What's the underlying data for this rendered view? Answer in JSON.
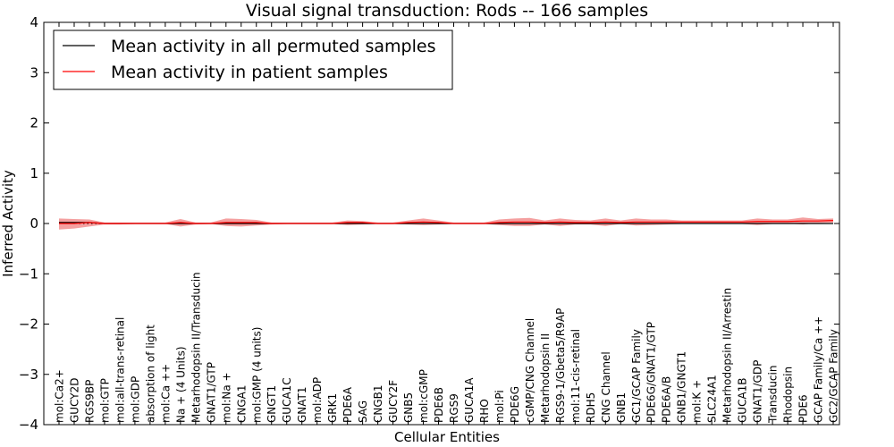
{
  "chart_data": {
    "type": "line",
    "title": "Visual signal transduction: Rods -- 166 samples",
    "xlabel": "Cellular Entities",
    "ylabel": "Inferred Activity",
    "ylim": [
      -4,
      4
    ],
    "yticks": [
      -4,
      -3,
      -2,
      -1,
      0,
      1,
      2,
      3,
      4
    ],
    "ytick_labels": [
      "−4",
      "−3",
      "−2",
      "−1",
      "0",
      "1",
      "2",
      "3",
      "4"
    ],
    "grid": false,
    "legend_position": "top-left",
    "categories": [
      "mol:Ca2+",
      "GUCY2D",
      "RGS9BP",
      "mol:GTP",
      "mol:all-trans-retinal",
      "mol:GDP",
      "absorption of light",
      "mol:Ca ++",
      "Na + (4 Units)",
      "Metarhodopsin II/Transducin",
      "GNAT1/GTP",
      "mol:Na +",
      "CNGA1",
      "mol:GMP (4 units)",
      "GNGT1",
      "GUCA1C",
      "GNAT1",
      "mol:ADP",
      "GRK1",
      "PDE6A",
      "SAG",
      "CNGB1",
      "GUCY2F",
      "GNB5",
      "mol:cGMP",
      "PDE6B",
      "RGS9",
      "GUCA1A",
      "RHO",
      "mol:Pi",
      "PDE6G",
      "cGMP/CNG Channel",
      "Metarhodopsin II",
      "RGS9-1/Gbeta5/R9AP",
      "mol:11-cis-retinal",
      "RDH5",
      "CNG Channel",
      "GNB1",
      "GC1/GCAP Family",
      "PDE6G/GNAT1/GTP",
      "PDE6A/B",
      "GNB1/GNGT1",
      "mol:K +",
      "SLC24A1",
      "Metarhodopsin II/Arrestin",
      "GUCA1B",
      "GNAT1/GDP",
      "Transducin",
      "Rhodopsin",
      "PDE6",
      "GCAP Family/Ca ++",
      "GC2/GCAP Family"
    ],
    "series": [
      {
        "name": "Mean activity in all permuted samples",
        "color": "#000000",
        "values": [
          0.02,
          0.02,
          0.02,
          0.0,
          0.0,
          0.0,
          0.0,
          0.0,
          0.0,
          0.0,
          0.0,
          0.0,
          0.0,
          0.0,
          0.0,
          0.0,
          0.0,
          0.0,
          0.0,
          0.0,
          0.0,
          0.0,
          0.0,
          0.0,
          0.0,
          0.0,
          0.0,
          0.0,
          0.0,
          0.0,
          0.0,
          0.0,
          0.0,
          0.0,
          0.0,
          0.0,
          0.0,
          0.0,
          0.0,
          0.0,
          0.0,
          0.0,
          0.0,
          0.0,
          0.0,
          0.0,
          0.0,
          0.0,
          0.0,
          0.0,
          0.0,
          0.0
        ]
      },
      {
        "name": "Mean activity in patient samples",
        "color": "#ff0000",
        "band_color": "#f08080",
        "values": [
          0.0,
          0.0,
          0.02,
          0.0,
          0.0,
          0.0,
          0.0,
          0.0,
          0.02,
          0.0,
          0.0,
          0.02,
          0.02,
          0.02,
          0.0,
          0.0,
          0.0,
          0.0,
          0.0,
          0.02,
          0.02,
          0.0,
          0.0,
          0.02,
          0.03,
          0.02,
          0.0,
          0.0,
          0.0,
          0.02,
          0.03,
          0.03,
          0.02,
          0.03,
          0.02,
          0.02,
          0.03,
          0.02,
          0.03,
          0.03,
          0.03,
          0.03,
          0.03,
          0.03,
          0.03,
          0.03,
          0.04,
          0.04,
          0.04,
          0.05,
          0.05,
          0.06
        ],
        "lower": [
          -0.12,
          -0.1,
          -0.06,
          -0.02,
          -0.02,
          -0.01,
          -0.01,
          -0.01,
          -0.06,
          -0.02,
          -0.01,
          -0.05,
          -0.06,
          -0.04,
          -0.02,
          -0.01,
          -0.01,
          -0.01,
          -0.01,
          -0.03,
          -0.02,
          -0.01,
          -0.01,
          -0.02,
          -0.03,
          -0.02,
          -0.01,
          -0.01,
          -0.01,
          -0.03,
          -0.05,
          -0.05,
          -0.02,
          -0.05,
          -0.02,
          -0.02,
          -0.05,
          -0.01,
          -0.04,
          -0.03,
          -0.02,
          -0.01,
          -0.01,
          -0.01,
          -0.01,
          -0.01,
          -0.03,
          -0.01,
          0.0,
          -0.02,
          0.01,
          0.02
        ],
        "upper": [
          0.1,
          0.09,
          0.08,
          0.02,
          0.02,
          0.02,
          0.02,
          0.02,
          0.09,
          0.02,
          0.02,
          0.1,
          0.09,
          0.07,
          0.02,
          0.02,
          0.02,
          0.02,
          0.02,
          0.06,
          0.05,
          0.02,
          0.02,
          0.06,
          0.1,
          0.06,
          0.02,
          0.02,
          0.02,
          0.08,
          0.1,
          0.11,
          0.06,
          0.1,
          0.07,
          0.06,
          0.1,
          0.06,
          0.1,
          0.08,
          0.08,
          0.06,
          0.06,
          0.06,
          0.06,
          0.06,
          0.1,
          0.08,
          0.08,
          0.12,
          0.09,
          0.1
        ]
      }
    ],
    "baseline": {
      "value": 0,
      "style": "dotted",
      "color": "#000000"
    }
  }
}
